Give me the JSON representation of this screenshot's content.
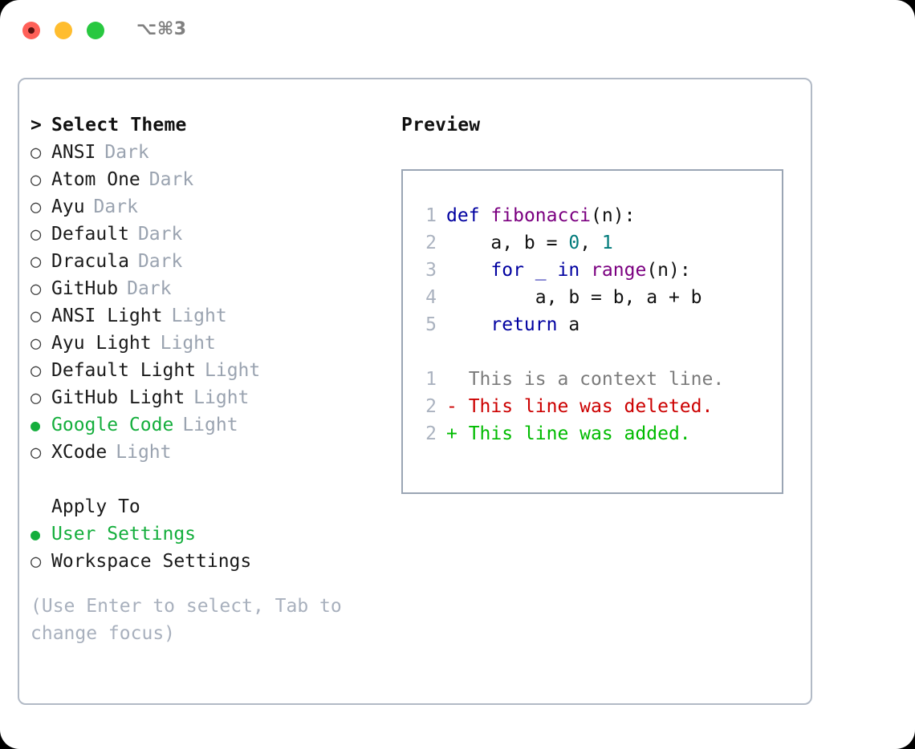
{
  "titlebar": {
    "shortcut": "⌥⌘3",
    "buttons": [
      {
        "name": "close",
        "color": "#ff6058"
      },
      {
        "name": "minimize",
        "color": "#ffbd2e"
      },
      {
        "name": "maximize",
        "color": "#28c840"
      }
    ]
  },
  "theme_picker": {
    "caret": ">",
    "heading": "Select Theme",
    "marker_unselected": "○",
    "marker_selected": "●",
    "items": [
      {
        "name": "ANSI",
        "variant": "Dark",
        "selected": false
      },
      {
        "name": "Atom One",
        "variant": "Dark",
        "selected": false
      },
      {
        "name": "Ayu",
        "variant": "Dark",
        "selected": false
      },
      {
        "name": "Default",
        "variant": "Dark",
        "selected": false
      },
      {
        "name": "Dracula",
        "variant": "Dark",
        "selected": false
      },
      {
        "name": "GitHub",
        "variant": "Dark",
        "selected": false
      },
      {
        "name": "ANSI Light",
        "variant": "Light",
        "selected": false
      },
      {
        "name": "Ayu Light",
        "variant": "Light",
        "selected": false
      },
      {
        "name": "Default Light",
        "variant": "Light",
        "selected": false
      },
      {
        "name": "GitHub Light",
        "variant": "Light",
        "selected": false
      },
      {
        "name": "Google Code",
        "variant": "Light",
        "selected": true
      },
      {
        "name": "XCode",
        "variant": "Light",
        "selected": false
      }
    ]
  },
  "apply_to": {
    "heading": "Apply To",
    "options": [
      {
        "name": "User Settings",
        "selected": true
      },
      {
        "name": "Workspace Settings",
        "selected": false
      }
    ]
  },
  "hint": "(Use Enter to select, Tab to change focus)",
  "preview": {
    "title": "Preview",
    "code_lines": [
      {
        "no": "1",
        "indent": "",
        "tokens": [
          {
            "t": "def",
            "c": "kw"
          },
          {
            "t": " ",
            "c": "pln"
          },
          {
            "t": "fibonacci",
            "c": "fn"
          },
          {
            "t": "(n):",
            "c": "pln"
          }
        ]
      },
      {
        "no": "2",
        "indent": "    ",
        "tokens": [
          {
            "t": "a, b = ",
            "c": "pln"
          },
          {
            "t": "0",
            "c": "num"
          },
          {
            "t": ", ",
            "c": "pln"
          },
          {
            "t": "1",
            "c": "num"
          }
        ]
      },
      {
        "no": "3",
        "indent": "    ",
        "tokens": [
          {
            "t": "for",
            "c": "kw"
          },
          {
            "t": " ",
            "c": "pln"
          },
          {
            "t": "_",
            "c": "kw"
          },
          {
            "t": " ",
            "c": "pln"
          },
          {
            "t": "in",
            "c": "kw"
          },
          {
            "t": " ",
            "c": "pln"
          },
          {
            "t": "range",
            "c": "fn"
          },
          {
            "t": "(n):",
            "c": "pln"
          }
        ]
      },
      {
        "no": "4",
        "indent": "        ",
        "tokens": [
          {
            "t": "a, b = b, a + b",
            "c": "pln"
          }
        ]
      },
      {
        "no": "5",
        "indent": "    ",
        "tokens": [
          {
            "t": "return",
            "c": "kw"
          },
          {
            "t": " a",
            "c": "pln"
          }
        ]
      }
    ],
    "diff_lines": [
      {
        "no": "1",
        "sign": "  ",
        "text": "This is a context line.",
        "kind": "ctx"
      },
      {
        "no": "2",
        "sign": "- ",
        "text": "This line was deleted.",
        "kind": "del"
      },
      {
        "no": "2",
        "sign": "+ ",
        "text": "This line was added.",
        "kind": "add"
      }
    ]
  },
  "colors": {
    "accent_green": "#14ae3c",
    "muted": "#9aa3b0",
    "border": "#b2bac6",
    "preview_border": "#9aa5b4",
    "keyword": "#0000a0",
    "function": "#7b0080",
    "number": "#007a7a",
    "diff_add": "#00bb00",
    "diff_del": "#cc0000"
  }
}
